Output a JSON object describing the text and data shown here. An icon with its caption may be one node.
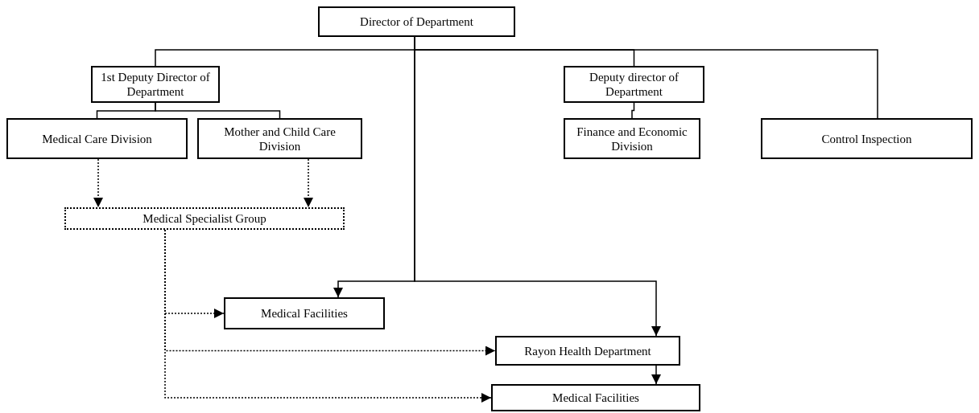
{
  "diagram": {
    "nodes": [
      {
        "text": [
          "Director of Department"
        ]
      },
      {
        "text": [
          "1st Deputy Director of Department"
        ]
      },
      {
        "text": [
          "Deputy director of Department"
        ]
      },
      {
        "text": [
          "Control Inspection"
        ]
      },
      {
        "text": [
          "Medical Care Division"
        ]
      },
      {
        "text": [
          "Mother and Child Care Division"
        ]
      },
      {
        "text": [
          "Finance and Economic Division"
        ]
      },
      {
        "text": [
          "Medical Specialist Group"
        ]
      },
      {
        "text": [
          "Medical Facilities"
        ]
      },
      {
        "text": [
          "Rayon Health Department"
        ]
      },
      {
        "text": [
          "Medical Facilities"
        ]
      }
    ],
    "edges": [
      {
        "from": 0,
        "to": 1,
        "arrow": "none"
      },
      {
        "from": 1,
        "to": 4,
        "arrow": "none"
      },
      {
        "from": 1,
        "to": 5,
        "arrow": "none"
      },
      {
        "from": 4,
        "to": 7,
        "arrow": "to",
        "style": "dashed"
      },
      {
        "from": 5,
        "to": 7,
        "arrow": "to",
        "style": "dashed"
      },
      {
        "from": 0,
        "to": 8,
        "arrow": "to"
      },
      {
        "from": 0,
        "to": 9,
        "arrow": "to"
      },
      {
        "from": 0,
        "to": 2,
        "arrow": "none"
      },
      {
        "from": 2,
        "to": 6,
        "arrow": "none"
      },
      {
        "from": 0,
        "to": 3,
        "arrow": "none"
      },
      {
        "from": 7,
        "to": 8,
        "arrow": "to",
        "style": "dashed"
      },
      {
        "from": 7,
        "to": 9,
        "arrow": "to",
        "style": "dashed"
      },
      {
        "from": 7,
        "to": 10,
        "arrow": "to",
        "style": "dashed"
      },
      {
        "from": 9,
        "to": 10,
        "arrow": "to"
      }
    ]
  }
}
